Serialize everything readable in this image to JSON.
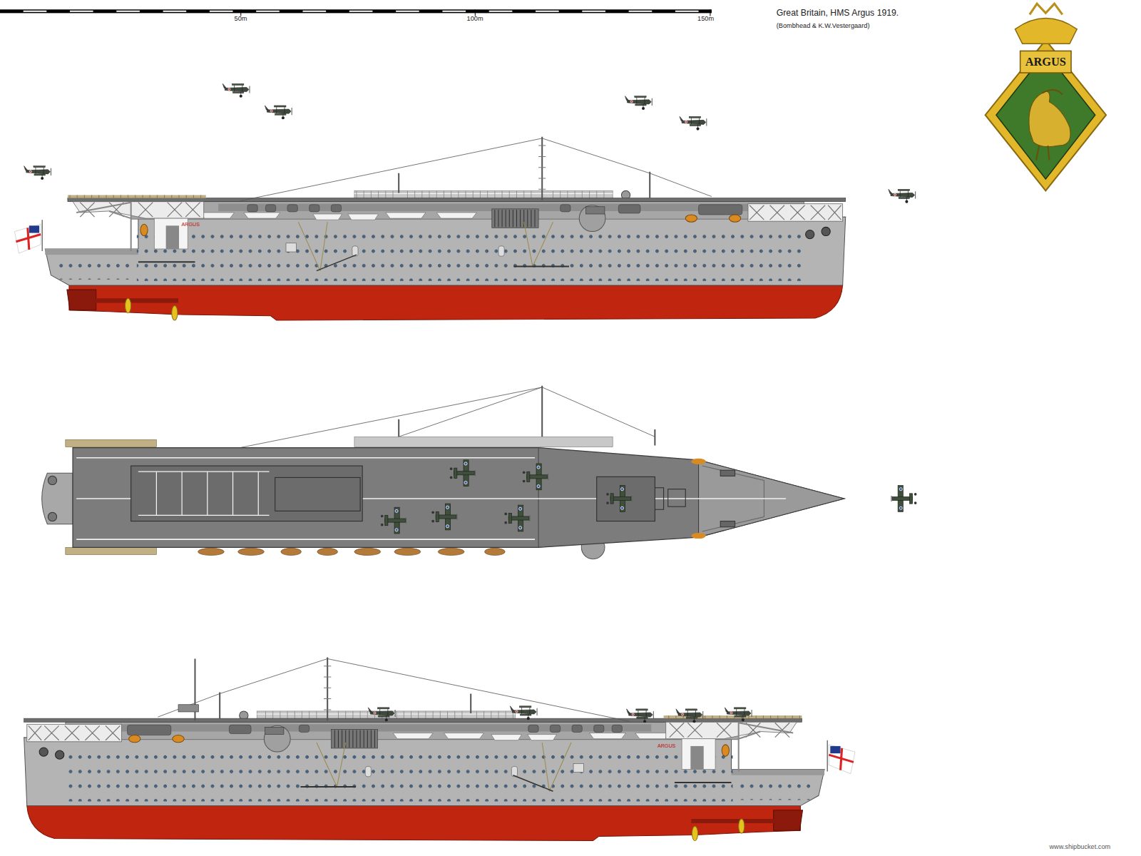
{
  "diagram": {
    "title": "Great Britain, HMS  Argus 1919.",
    "labels": [
      "(Bombhead & K.W.Vestergaard)",
      "50m",
      "100m",
      "150m",
      "ARGUS",
      "ARGUS",
      "ARGUS",
      "www.shipbucket.com"
    ]
  }
}
